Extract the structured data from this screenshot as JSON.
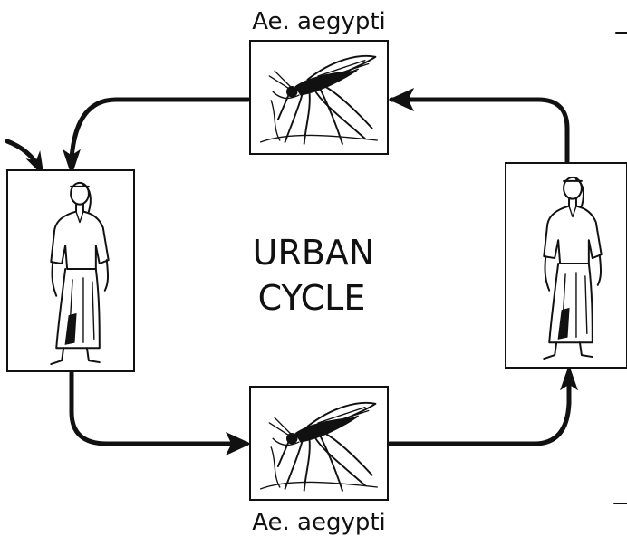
{
  "top_mosquito": {
    "label": "Ae. aegypti",
    "icon": "mosquito-icon"
  },
  "bottom_mosquito": {
    "label": "Ae. aegypti",
    "icon": "mosquito-icon"
  },
  "center": {
    "line1": "URBAN",
    "line2": "CYCLE"
  },
  "left_host": {
    "icon": "human-figure-icon"
  },
  "right_host": {
    "icon": "human-figure-icon"
  },
  "colors": {
    "ink": "#111111",
    "background": "#ffffff"
  }
}
